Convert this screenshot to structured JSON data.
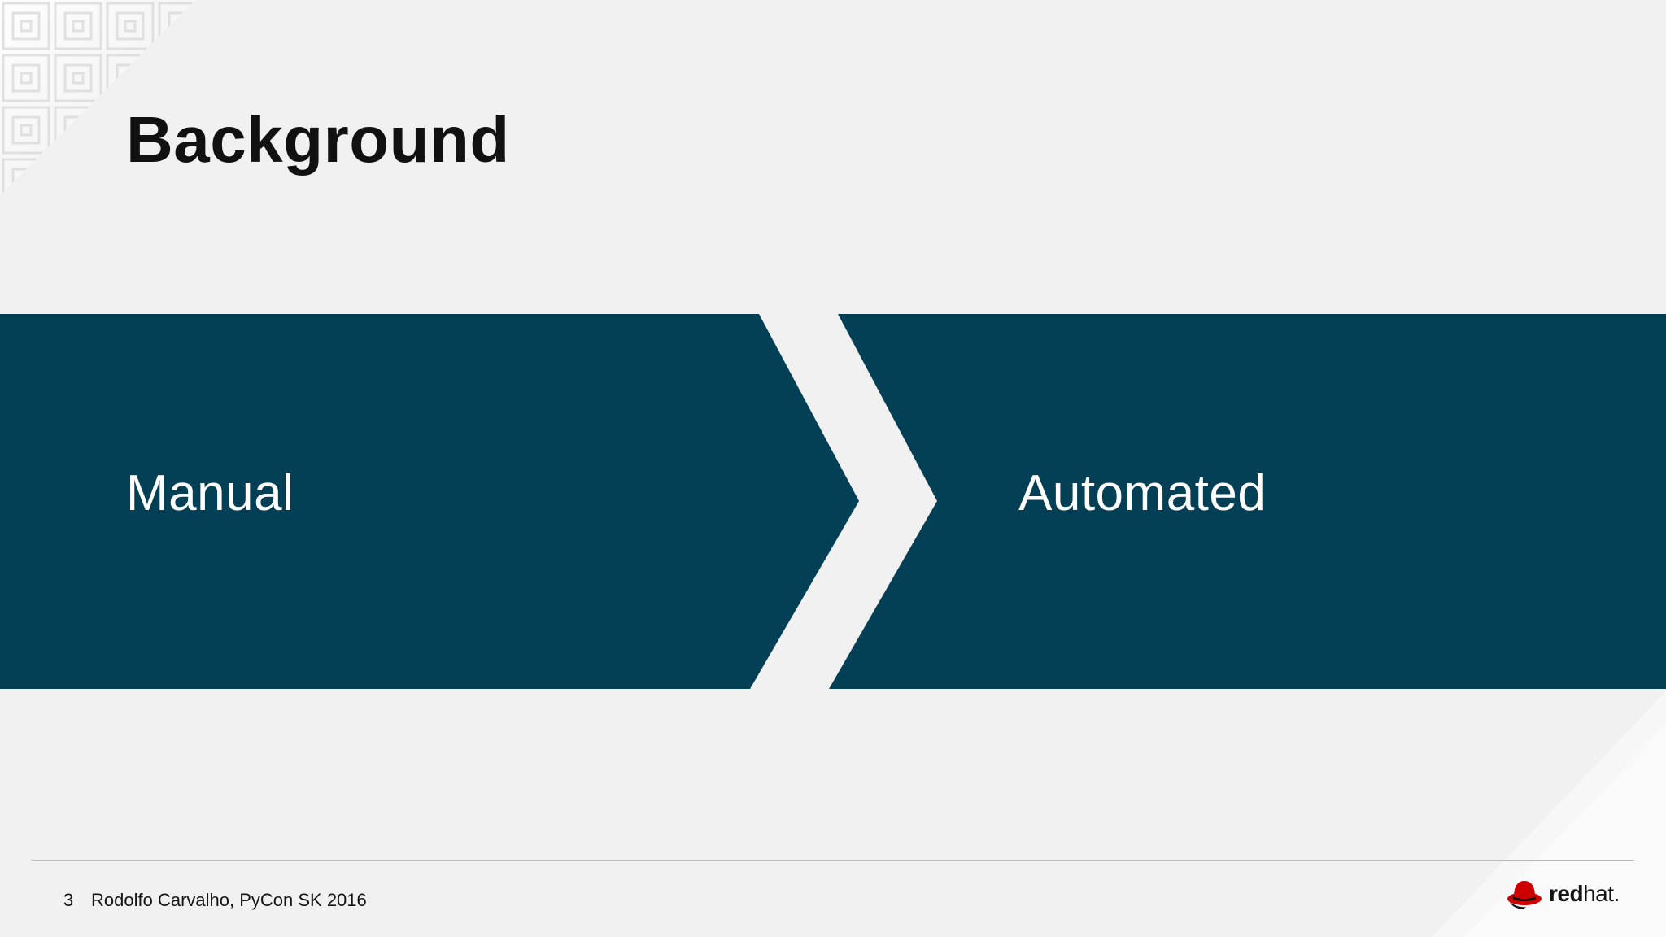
{
  "slide": {
    "title": "Background",
    "stages": [
      {
        "label": "Manual"
      },
      {
        "label": "Automated"
      }
    ],
    "footer": {
      "page_number": "3",
      "text": "Rodolfo Carvalho, PyCon SK 2016"
    },
    "logo": {
      "bold": "red",
      "light": "hat.",
      "icon": "redhat-fedora-icon"
    }
  },
  "colors": {
    "background": "#f1f1f1",
    "chevron": "#033f55",
    "title": "#111111",
    "brand_red": "#cc0000"
  }
}
